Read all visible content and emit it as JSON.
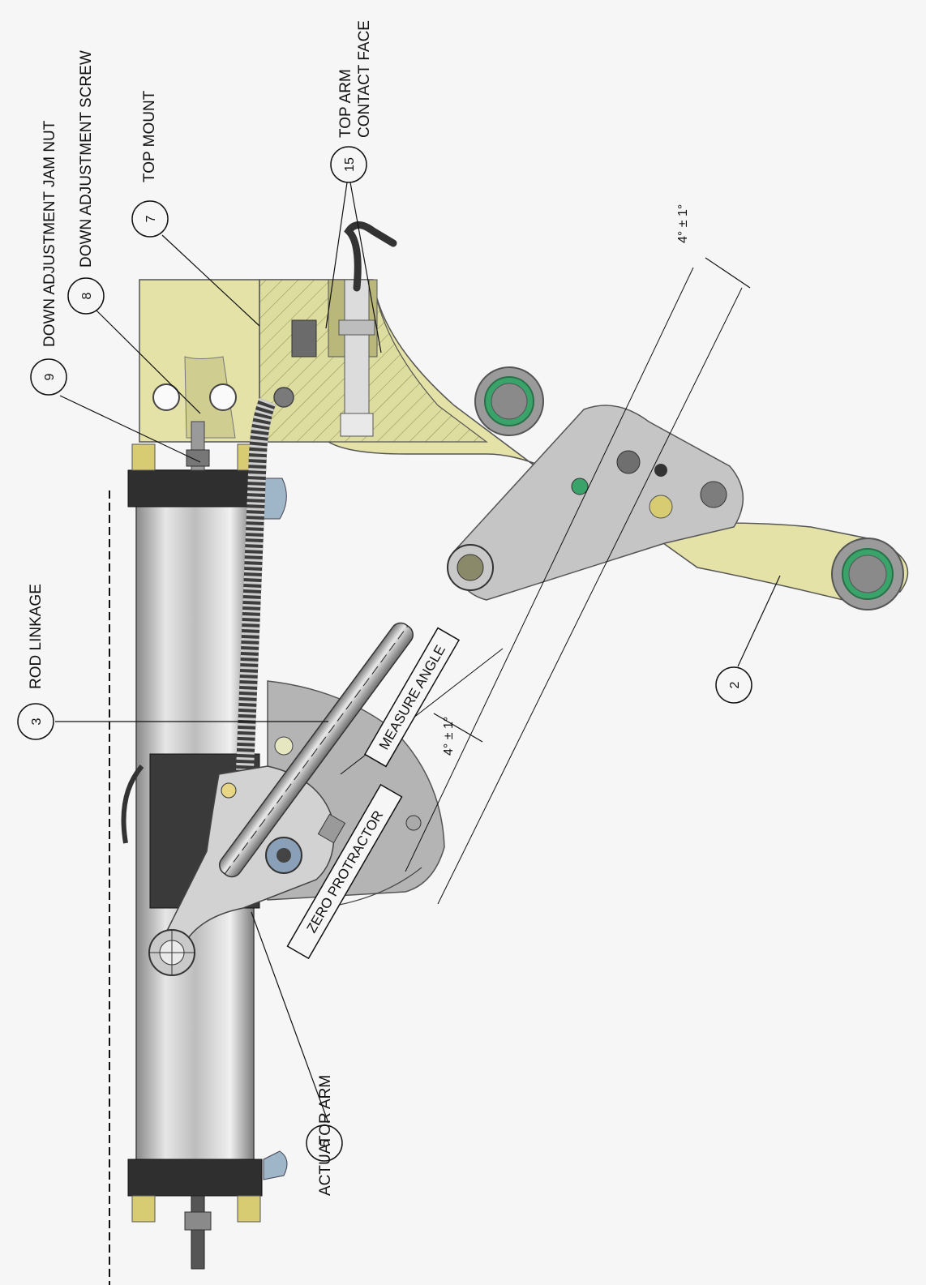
{
  "labels": {
    "jam_nut": "DOWN ADJUSTMENT JAM NUT",
    "adj_screw": "DOWN ADJUSTMENT SCREW",
    "top_mount": "TOP MOUNT",
    "top_arm_line1": "TOP ARM",
    "top_arm_line2": "CONTACT FACE",
    "rod_linkage": "ROD LINKAGE",
    "actuator_arm": "ACTUATOR ARM",
    "measure_angle": "MEASURE ANGLE",
    "zero_protractor": "ZERO PROTRACTOR"
  },
  "callouts": {
    "c9": "9",
    "c8": "8",
    "c7": "7",
    "c15": "15",
    "c3": "3",
    "c5": "5",
    "c2": "2"
  },
  "dimensions": {
    "angle_upper": "4° ± 1°",
    "angle_lower": "4° ± 1°"
  },
  "colors": {
    "bracket": "#e4e2a6",
    "bracket_dark": "#b9b77a",
    "metal": "#c8c8c8",
    "metal_dark": "#6e6e6e",
    "cylinder_cap": "#2f2f2f",
    "nut_yellow": "#d8cc72",
    "seal_green": "#3aa36a"
  }
}
